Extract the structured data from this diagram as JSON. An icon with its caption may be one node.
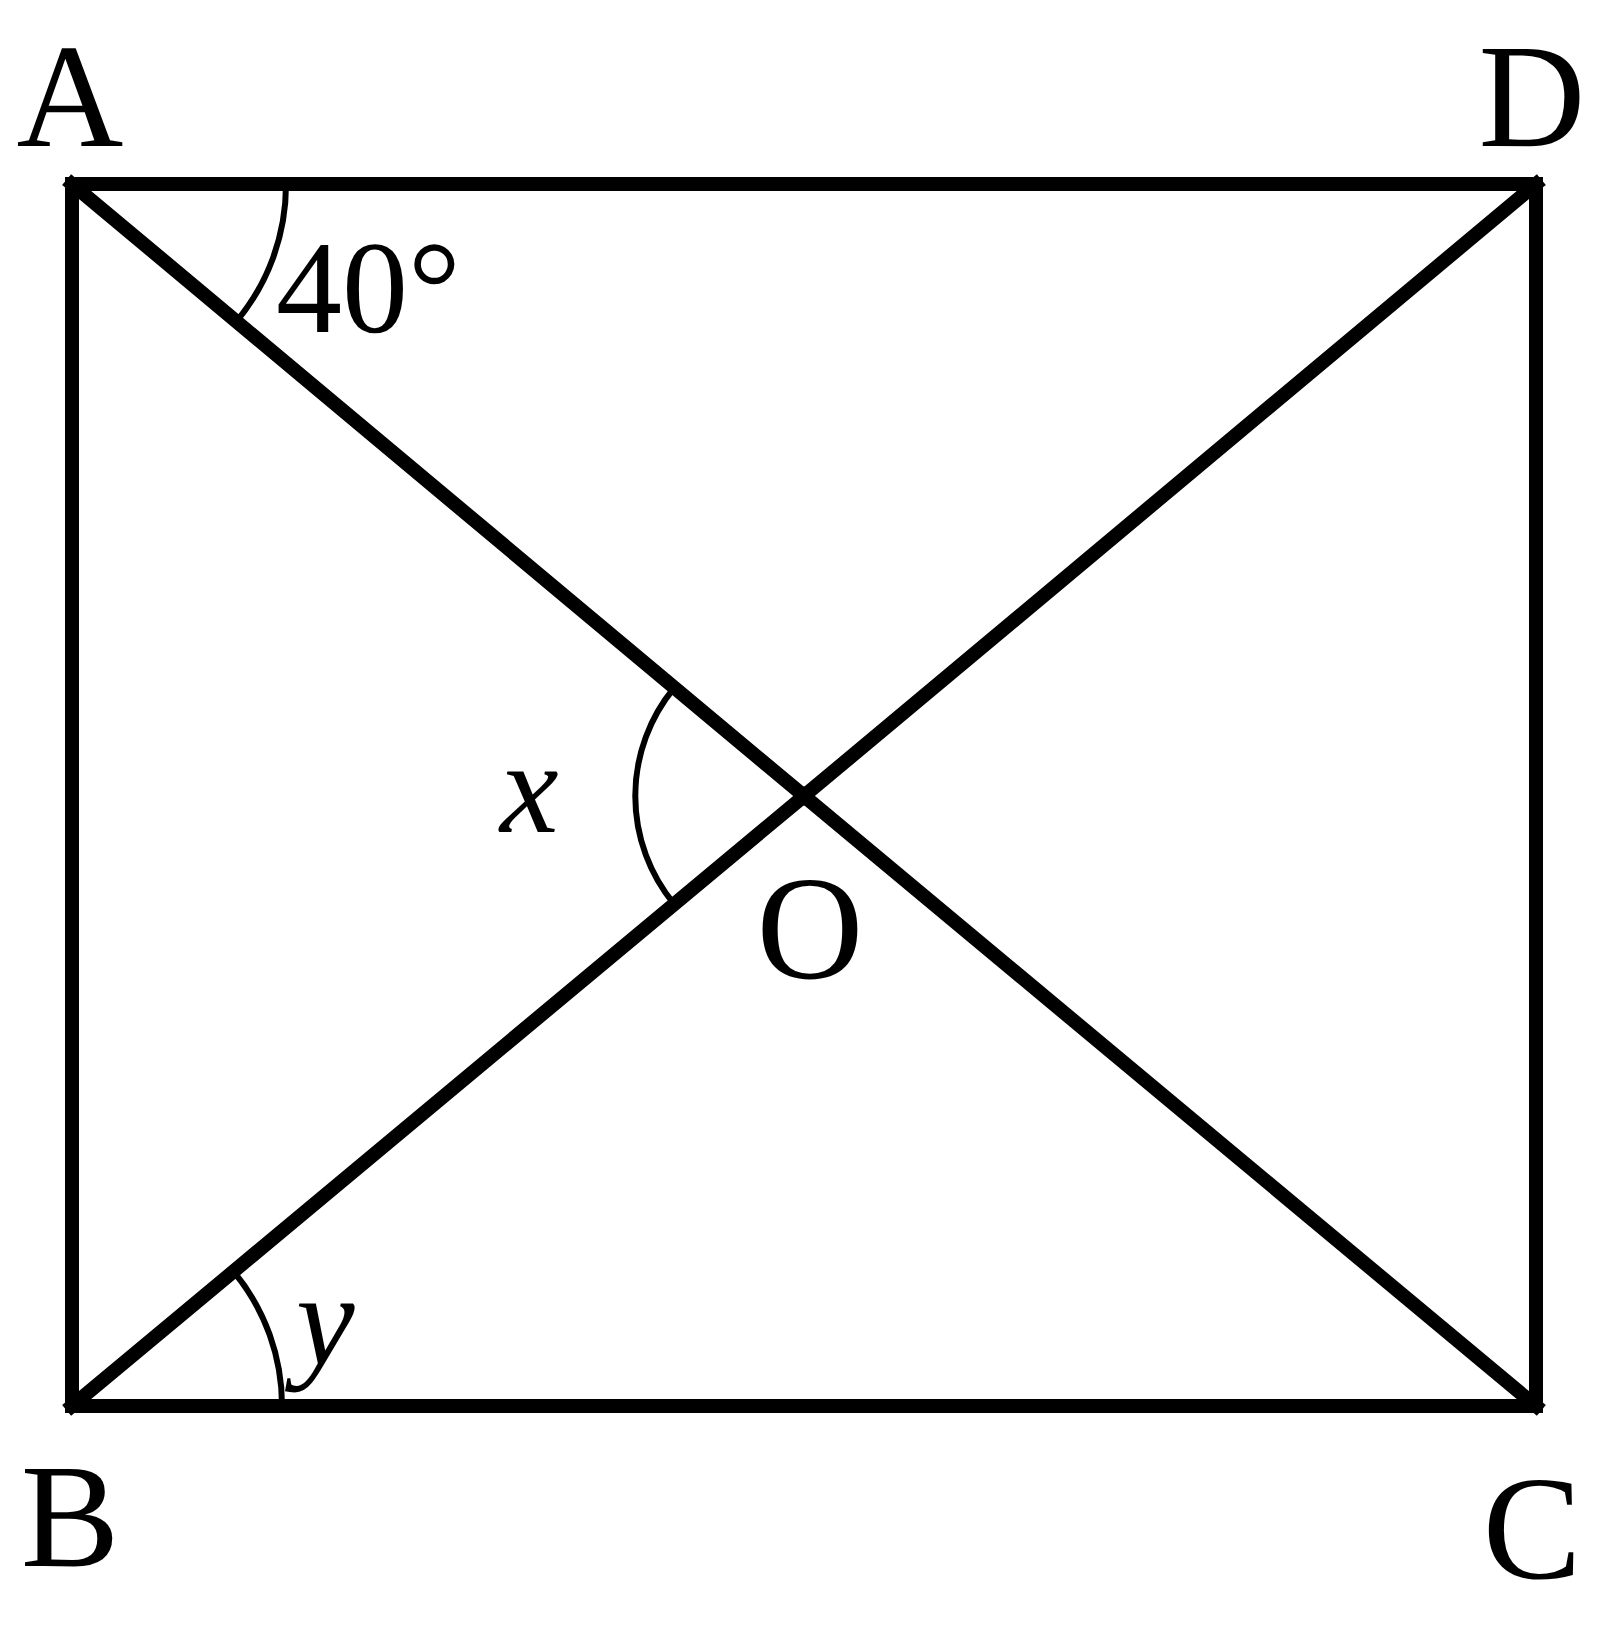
{
  "diagram": {
    "nodes": [
      {
        "text": [
          "A"
        ]
      },
      {
        "text": [
          "D"
        ]
      },
      {
        "text": [
          "O"
        ]
      },
      {
        "text": [
          "B"
        ]
      },
      {
        "text": [
          "C"
        ]
      }
    ],
    "edges": [
      {
        "from": 0,
        "to": 1,
        "arrow": "none"
      },
      {
        "from": 1,
        "to": 4,
        "arrow": "none"
      },
      {
        "from": 4,
        "to": 3,
        "arrow": "none"
      },
      {
        "from": 3,
        "to": 0,
        "arrow": "none"
      },
      {
        "from": 0,
        "to": 2,
        "arrow": "none"
      },
      {
        "from": 2,
        "to": 4,
        "arrow": "none"
      },
      {
        "from": 1,
        "to": 2,
        "arrow": "none"
      },
      {
        "from": 2,
        "to": 3,
        "arrow": "none"
      }
    ],
    "labels": [
      "40°",
      "x",
      "y"
    ]
  }
}
